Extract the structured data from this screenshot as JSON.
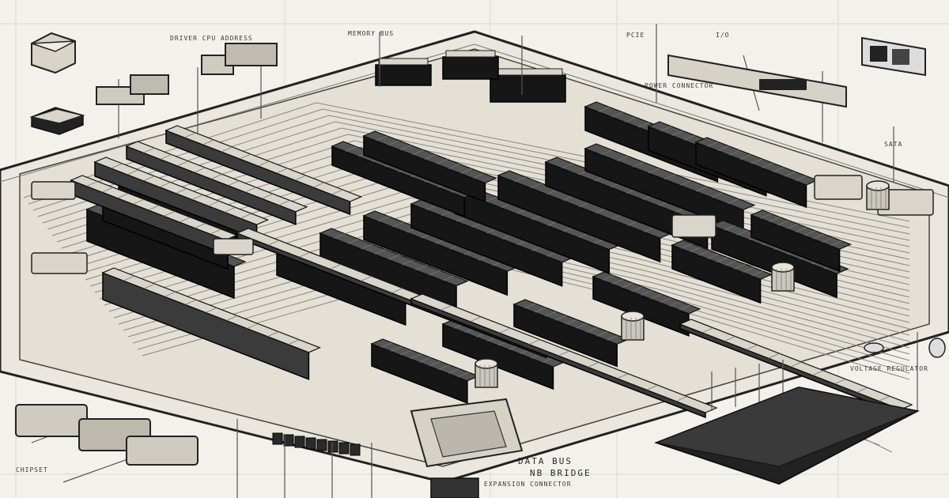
{
  "palette": {
    "paper": "#f3f1ec",
    "ink": "#1c1c1c",
    "board": "#e6e2d8",
    "chip_dark": "#161616",
    "chip_light": "#d9d5cb",
    "line": "#555555"
  },
  "component_types": {
    "expansion_slot": "slot-icon",
    "dimm_module": "memory-module-icon",
    "capacitor": "capacitor-icon",
    "chip": "chip-icon",
    "heatsink": "heatsink-icon",
    "connector": "connector-icon"
  },
  "labels": {
    "top_left": "DRIVER CPU ADDRESS",
    "top_mid": "MEMORY BUS",
    "top_mid2": "PCIE",
    "top_right": "I/O",
    "right_mid": "POWER CONNECTOR",
    "right_side": "SATA",
    "bottom_center_a": "DATA BUS",
    "bottom_center_b": "NB BRIDGE",
    "bottom_right": "VOLTAGE REGULATOR",
    "bottom_mid": "EXPANSION CONNECTOR",
    "bottom_left": "CHIPSET"
  }
}
